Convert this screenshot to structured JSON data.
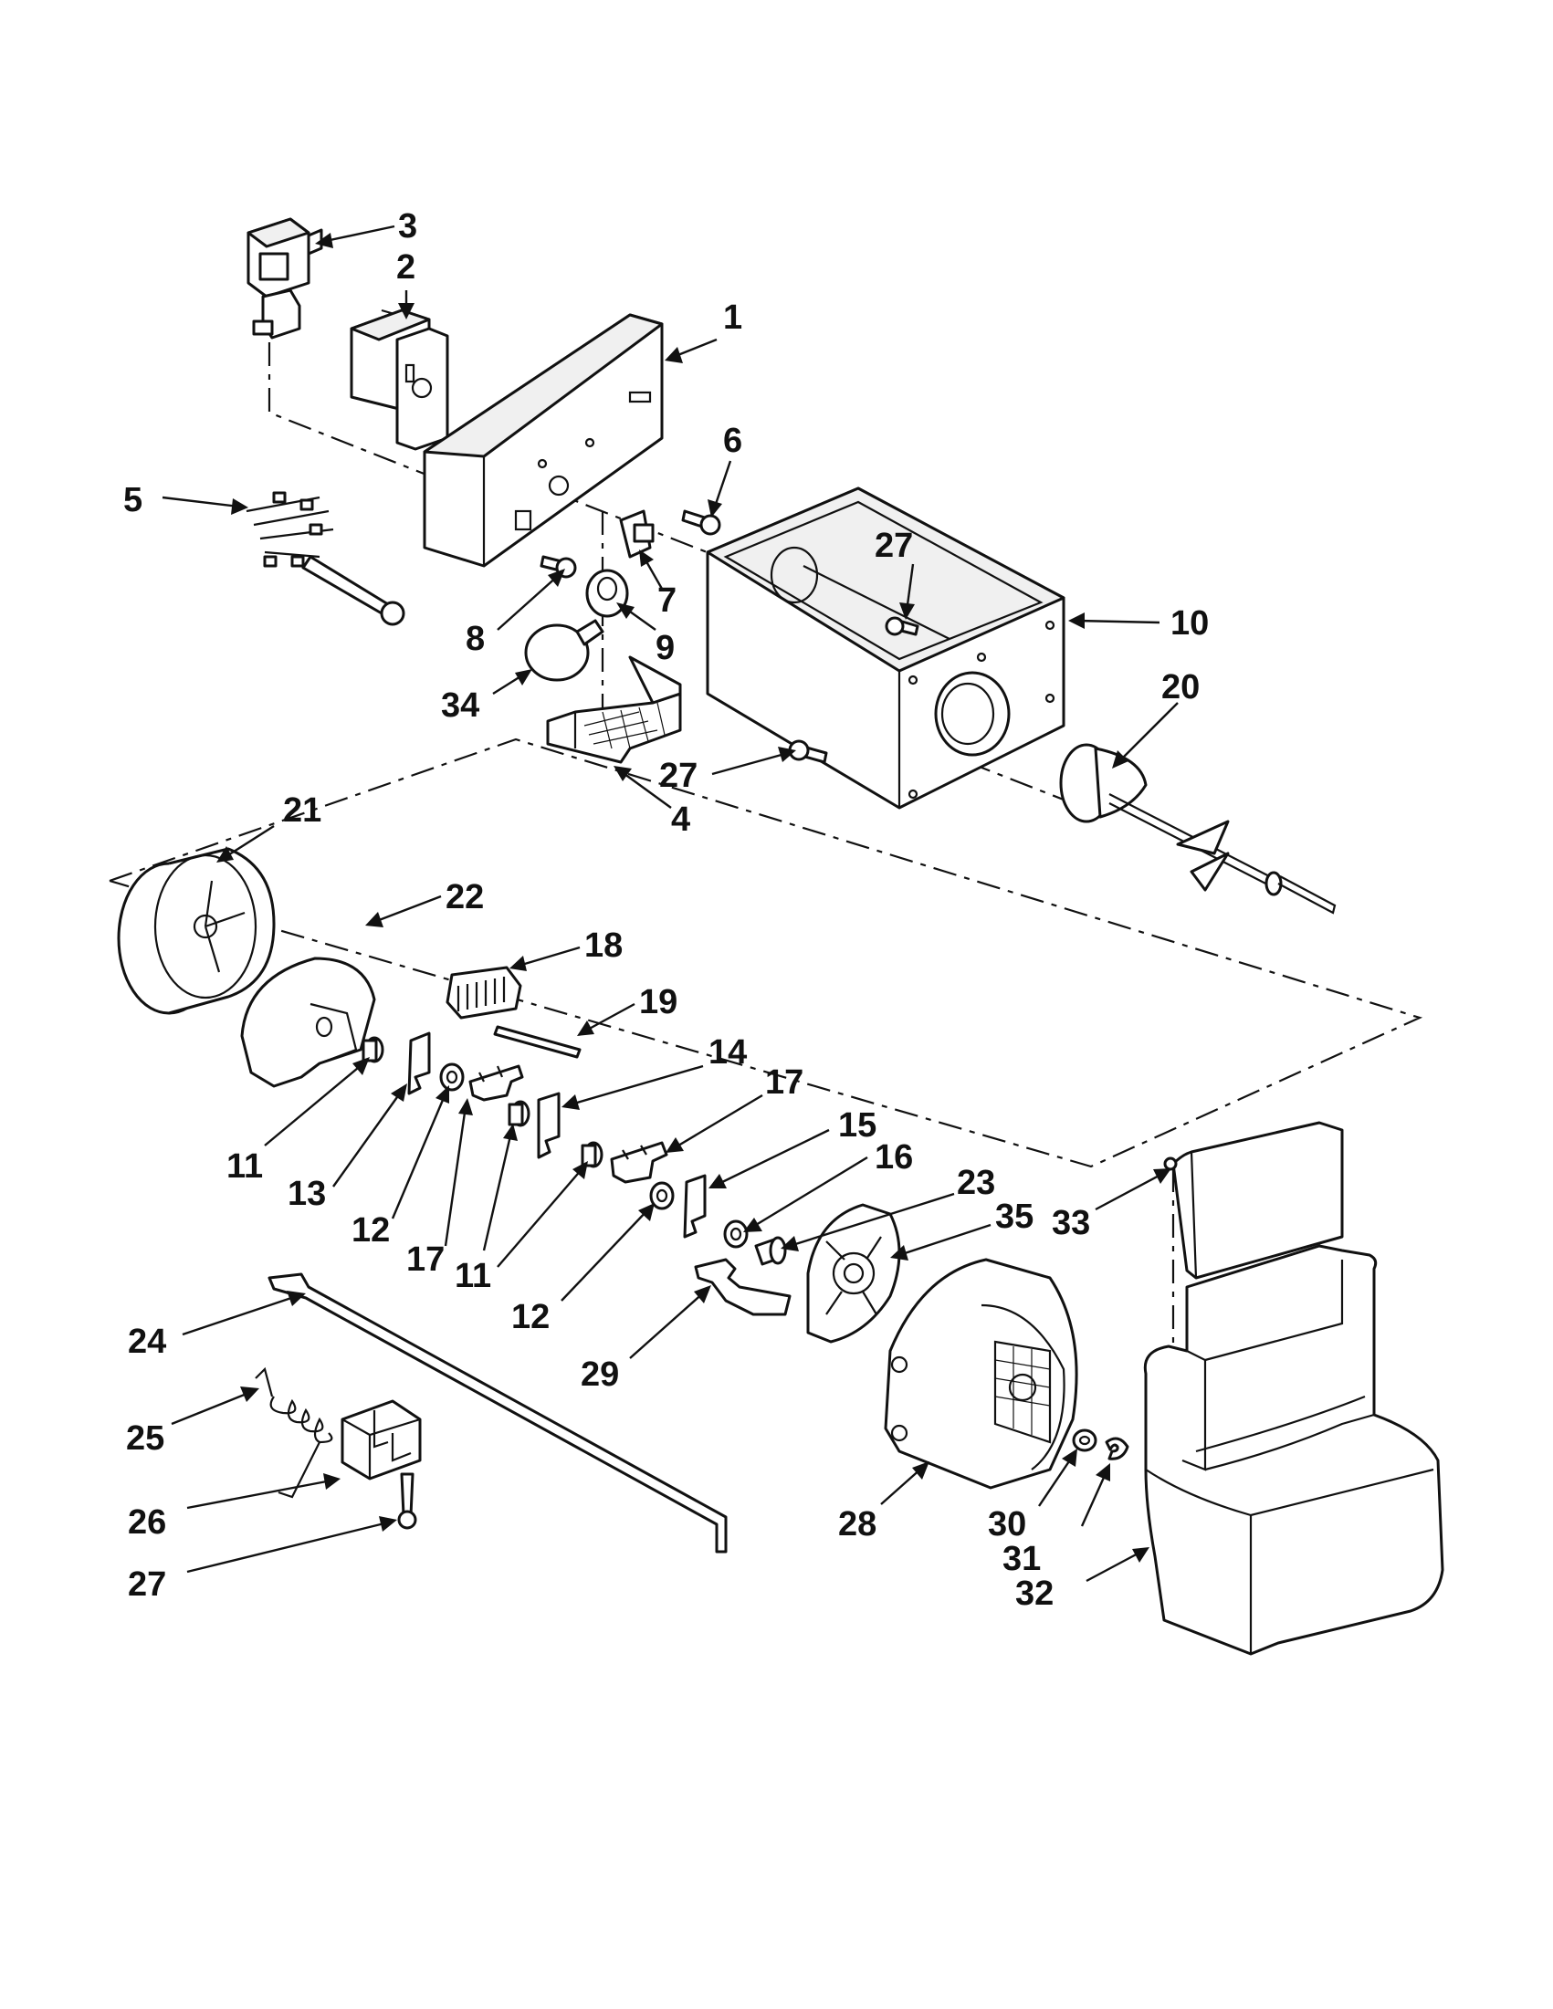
{
  "callouts": [
    {
      "id": "c1",
      "label": "1"
    },
    {
      "id": "c2",
      "label": "2"
    },
    {
      "id": "c3",
      "label": "3"
    },
    {
      "id": "c4",
      "label": "4"
    },
    {
      "id": "c5",
      "label": "5"
    },
    {
      "id": "c6",
      "label": "6"
    },
    {
      "id": "c7",
      "label": "7"
    },
    {
      "id": "c8",
      "label": "8"
    },
    {
      "id": "c9",
      "label": "9"
    },
    {
      "id": "c10",
      "label": "10"
    },
    {
      "id": "c11a",
      "label": "11"
    },
    {
      "id": "c11b",
      "label": "11"
    },
    {
      "id": "c12a",
      "label": "12"
    },
    {
      "id": "c12b",
      "label": "12"
    },
    {
      "id": "c13",
      "label": "13"
    },
    {
      "id": "c14",
      "label": "14"
    },
    {
      "id": "c15",
      "label": "15"
    },
    {
      "id": "c16",
      "label": "16"
    },
    {
      "id": "c17a",
      "label": "17"
    },
    {
      "id": "c17b",
      "label": "17"
    },
    {
      "id": "c18",
      "label": "18"
    },
    {
      "id": "c19",
      "label": "19"
    },
    {
      "id": "c20",
      "label": "20"
    },
    {
      "id": "c21",
      "label": "21"
    },
    {
      "id": "c22",
      "label": "22"
    },
    {
      "id": "c23",
      "label": "23"
    },
    {
      "id": "c24",
      "label": "24"
    },
    {
      "id": "c25",
      "label": "25"
    },
    {
      "id": "c26",
      "label": "26"
    },
    {
      "id": "c27a",
      "label": "27"
    },
    {
      "id": "c27b",
      "label": "27"
    },
    {
      "id": "c27c",
      "label": "27"
    },
    {
      "id": "c28",
      "label": "28"
    },
    {
      "id": "c29",
      "label": "29"
    },
    {
      "id": "c30",
      "label": "30"
    },
    {
      "id": "c31",
      "label": "31"
    },
    {
      "id": "c32",
      "label": "32"
    },
    {
      "id": "c33",
      "label": "33"
    },
    {
      "id": "c34",
      "label": "34"
    },
    {
      "id": "c35",
      "label": "35"
    }
  ]
}
